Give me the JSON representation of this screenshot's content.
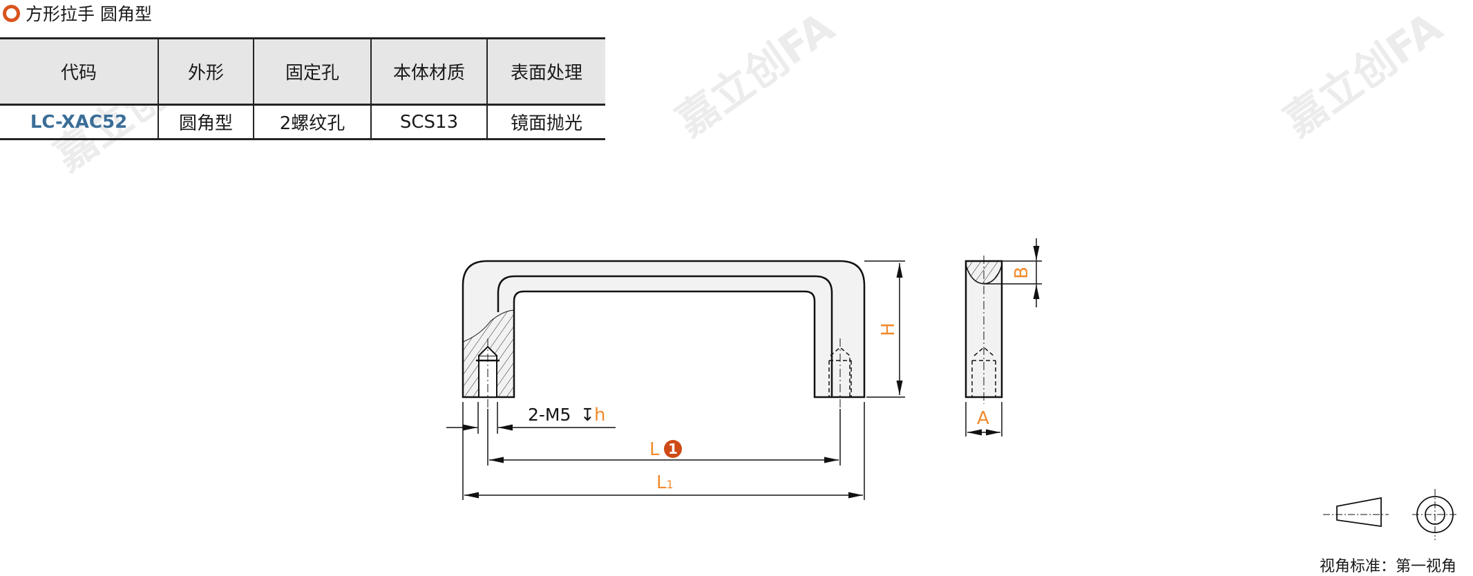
{
  "title": "方形拉手 圆角型",
  "table": {
    "headers": [
      "代码",
      "外形",
      "固定孔",
      "本体材质",
      "表面处理"
    ],
    "row": [
      "LC-XAC52",
      "圆角型",
      "2螺纹孔",
      "SCS13",
      "镜面抛光"
    ]
  },
  "drawing": {
    "thread_label": "2-M5",
    "depth_symbol": "↧",
    "depth_label": "h",
    "L": "L",
    "L_badge": "1",
    "L1_main": "L",
    "L1_sub": "1",
    "H": "H",
    "A": "A",
    "B": "B"
  },
  "view_note": "视角标准：第一视角",
  "watermark": "嘉立创FA",
  "colors": {
    "accent": "#d9541e",
    "dim": "#f08a2c",
    "code": "#3a6e98"
  }
}
